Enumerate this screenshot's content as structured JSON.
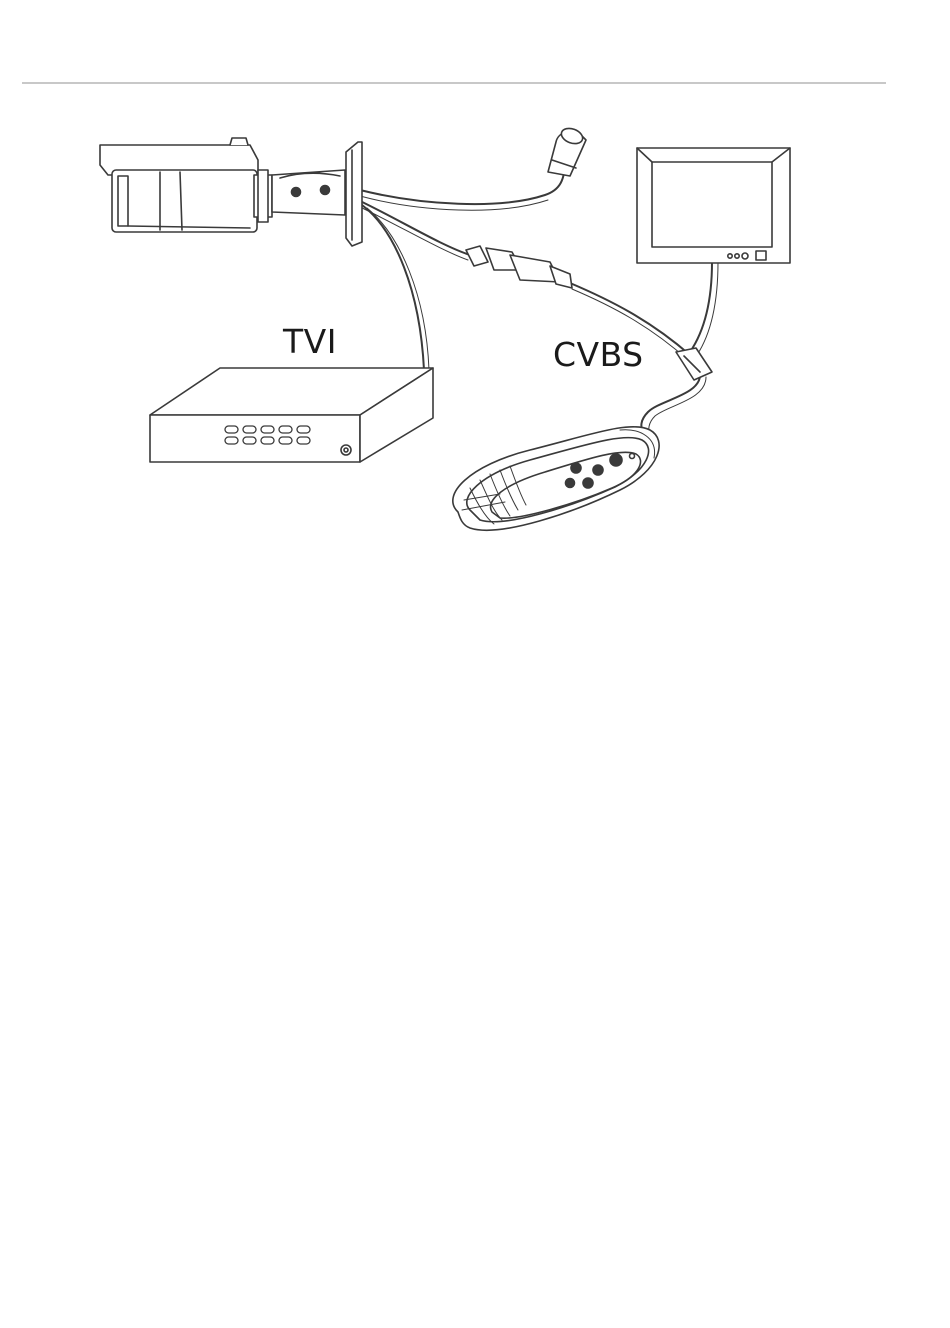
{
  "diagram": {
    "labels": {
      "tvi": "TVI",
      "cvbs": "CVBS"
    },
    "components": [
      "bullet-camera",
      "power-connector",
      "monitor",
      "dvr-recorder",
      "bnc-adapter",
      "test-monitor-handheld"
    ],
    "colors": {
      "line": "#3a3a3a",
      "rule": "#c8c8c8",
      "fill": "#ffffff"
    }
  }
}
